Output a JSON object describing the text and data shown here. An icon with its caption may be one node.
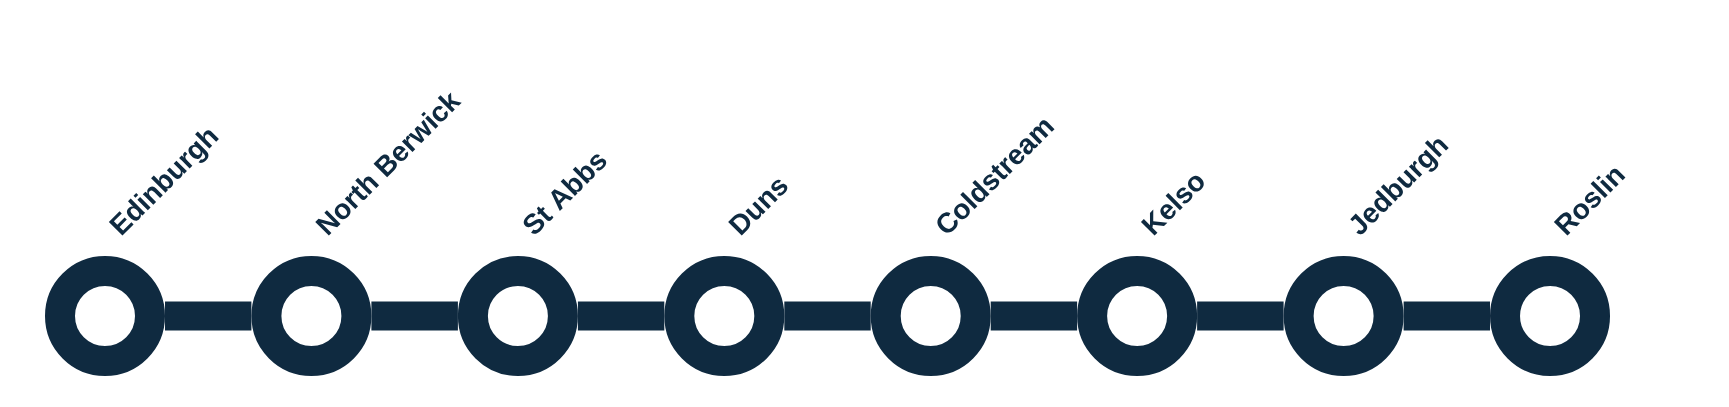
{
  "diagram": {
    "nodes": [
      {
        "text": [
          "Edinburgh"
        ]
      },
      {
        "text": [
          "North Berwick"
        ]
      },
      {
        "text": [
          "St Abbs"
        ]
      },
      {
        "text": [
          "Duns"
        ]
      },
      {
        "text": [
          "Coldstream"
        ]
      },
      {
        "text": [
          "Kelso"
        ]
      },
      {
        "text": [
          "Jedburgh"
        ]
      },
      {
        "text": [
          "Roslin"
        ]
      }
    ],
    "edges": [
      {
        "from": 0,
        "to": 1,
        "arrow": "none"
      },
      {
        "from": 1,
        "to": 2,
        "arrow": "none"
      },
      {
        "from": 2,
        "to": 3,
        "arrow": "none"
      },
      {
        "from": 3,
        "to": 4,
        "arrow": "none"
      },
      {
        "from": 4,
        "to": 5,
        "arrow": "none"
      },
      {
        "from": 5,
        "to": 6,
        "arrow": "none"
      },
      {
        "from": 6,
        "to": 7,
        "arrow": "none"
      }
    ]
  }
}
